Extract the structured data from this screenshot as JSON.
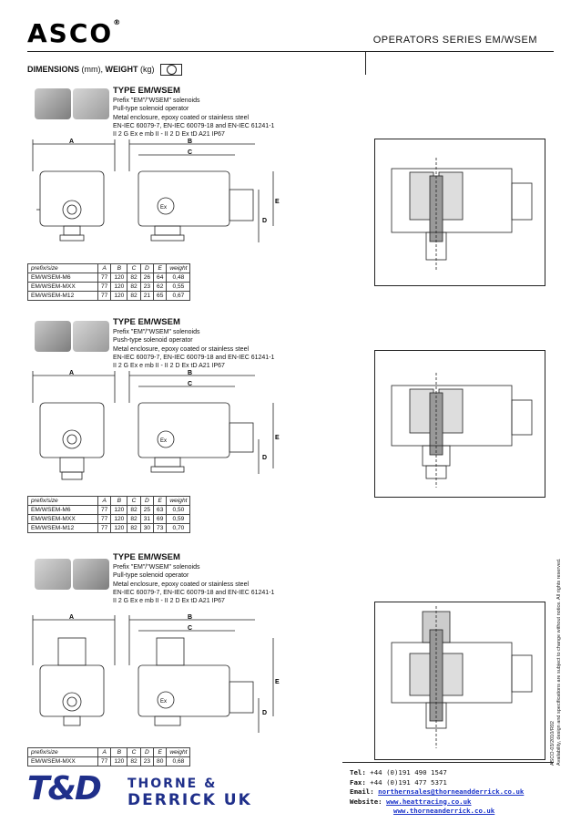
{
  "header": {
    "logo_text": "ASCO",
    "logo_reg": "®",
    "series_title": "OPERATORS SERIES EM/WSEM",
    "dimensions_label": "DIMENSIONS",
    "dimensions_rest": " (mm), ",
    "weight_label": "WEIGHT",
    "weight_rest": " (kg)"
  },
  "sections": [
    {
      "title": "TYPE EM/WSEM",
      "desc": "Prefix \"EM\"/\"WSEM\" solenoids\nPull-type solenoid operator\nMetal enclosure, epoxy coated or stainless steel\nEN-IEC 60079-7, EN-IEC 60079-18 and EN-IEC 61241-1\nII 2 G Ex e mb II - II 2 D Ex tD A21 IP67",
      "headers": [
        "prefix/size",
        "A",
        "B",
        "C",
        "D",
        "E",
        "weight"
      ],
      "rows": [
        [
          "EM/WSEM-M6",
          "77",
          "120",
          "82",
          "26",
          "64",
          "0,48"
        ],
        [
          "EM/WSEM-MXX",
          "77",
          "120",
          "82",
          "23",
          "62",
          "0,55"
        ],
        [
          "EM/WSEM-M12",
          "77",
          "120",
          "82",
          "21",
          "65",
          "0,67"
        ]
      ]
    },
    {
      "title": "TYPE EM/WSEM",
      "desc": "Prefix \"EM\"/\"WSEM\" solenoids\nPush-type solenoid operator\nMetal enclosure, epoxy coated or stainless steel\nEN-IEC 60079-7, EN-IEC 60079-18 and EN-IEC 61241-1\nII 2 G Ex e mb II - II 2 D Ex tD A21 IP67",
      "headers": [
        "prefix/size",
        "A",
        "B",
        "C",
        "D",
        "E",
        "weight"
      ],
      "rows": [
        [
          "EM/WSEM-M6",
          "77",
          "120",
          "82",
          "25",
          "63",
          "0,50"
        ],
        [
          "EM/WSEM-MXX",
          "77",
          "120",
          "82",
          "31",
          "69",
          "0,59"
        ],
        [
          "EM/WSEM-M12",
          "77",
          "120",
          "82",
          "30",
          "73",
          "0,70"
        ]
      ]
    },
    {
      "title": "TYPE EM/WSEM",
      "desc": "Prefix \"EM\"/\"WSEM\" solenoids\nPull-type solenoid operator\nMetal enclosure, epoxy coated or stainless steel\nEN-IEC 60079-7, EN-IEC 60079-18 and EN-IEC 61241-1\nII 2 G Ex e mb II - II 2 D Ex tD A21 IP67",
      "headers": [
        "prefix/size",
        "A",
        "B",
        "C",
        "D",
        "E",
        "weight"
      ],
      "rows": [
        [
          "EM/WSEM-MXX",
          "77",
          "120",
          "82",
          "23",
          "80",
          "0,68"
        ]
      ]
    }
  ],
  "dim_labels": {
    "a": "A",
    "b": "B",
    "c": "C",
    "d": "D",
    "e": "E",
    "ex": "Ex"
  },
  "side_note": {
    "code": "ASCO-03/2010/R02",
    "text": "Availability, design and specifications are subject to change without notice. All rights reserved."
  },
  "footer": {
    "td_letters": "T&D",
    "company_line1": "THORNE &",
    "company_line2": "DERRICK UK",
    "tel_label": "Tel:",
    "tel": "+44 (0)191 490 1547",
    "fax_label": "Fax:",
    "fax": "+44 (0)191 477 5371",
    "email_label": "Email:",
    "email": "northernsales@thorneandderrick.co.uk",
    "website_label": "Website:",
    "website1": "www.heattracing.co.uk",
    "website2": "www.thorneanderrick.co.uk"
  },
  "colors": {
    "brand_blue": "#1f2f8a",
    "link_blue": "#1a33c9"
  }
}
